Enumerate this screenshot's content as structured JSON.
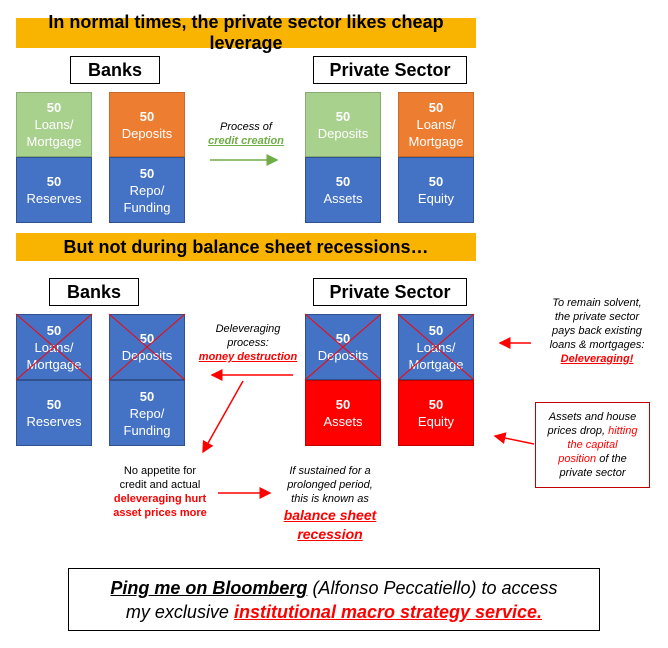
{
  "banner_top": "In normal times, the private sector likes cheap leverage",
  "banner_mid": "But not during balance sheet recessions…",
  "top": {
    "banks_header": "Banks",
    "private_header": "Private Sector",
    "bank_loans": {
      "value": "50",
      "label1": "Loans/",
      "label2": "Mortgage"
    },
    "bank_deposits": {
      "value": "50",
      "label": "Deposits"
    },
    "bank_reserves": {
      "value": "50",
      "label": "Reserves"
    },
    "bank_repo": {
      "value": "50",
      "label1": "Repo/",
      "label2": "Funding"
    },
    "ps_deposits": {
      "value": "50",
      "label": "Deposits"
    },
    "ps_loans": {
      "value": "50",
      "label1": "Loans/",
      "label2": "Mortgage"
    },
    "ps_assets": {
      "value": "50",
      "label": "Assets"
    },
    "ps_equity": {
      "value": "50",
      "label": "Equity"
    },
    "process_line1": "Process of",
    "process_line2": "credit creation"
  },
  "bottom": {
    "banks_header": "Banks",
    "private_header": "Private Sector",
    "bank_loans": {
      "value": "50",
      "label1": "Loans/",
      "label2": "Mortgage"
    },
    "bank_deposits": {
      "value": "50",
      "label": "Deposits"
    },
    "bank_reserves": {
      "value": "50",
      "label": "Reserves"
    },
    "bank_repo": {
      "value": "50",
      "label1": "Repo/",
      "label2": "Funding"
    },
    "ps_deposits": {
      "value": "50",
      "label": "Deposits"
    },
    "ps_loans": {
      "value": "50",
      "label1": "Loans/",
      "label2": "Mortgage"
    },
    "ps_assets": {
      "value": "50",
      "label": "Assets"
    },
    "ps_equity": {
      "value": "50",
      "label": "Equity"
    },
    "delev_line1": "Deleveraging",
    "delev_line2": "process:",
    "delev_line3": "money destruction",
    "solvent_line1": "To remain solvent,",
    "solvent_line2": "the private sector",
    "solvent_line3": "pays back existing",
    "solvent_line4": "loans & mortgages:",
    "solvent_line5": "Deleveraging!",
    "assets_line1": "Assets and house",
    "assets_line2a": "prices drop, ",
    "assets_line2b": "hitting",
    "assets_line3": "the capital",
    "assets_line4a": "position",
    "assets_line4b": " of the",
    "assets_line5": "private sector",
    "appetite_line1": "No appetite for",
    "appetite_line2": "credit and actual",
    "appetite_line3": "deleveraging hurt",
    "appetite_line4": "asset prices more",
    "sustained_line1": "If sustained for a",
    "sustained_line2": "prolonged period,",
    "sustained_line3": "this is known as",
    "bsr_line1": "balance sheet",
    "bsr_line2": "recession"
  },
  "footer": {
    "ping": "Ping me on Bloomberg",
    "name": " (Alfonso Peccatiello) to access",
    "line2a": "my exclusive ",
    "line2b": "institutional macro strategy service."
  },
  "colors": {
    "banner": "#f8b400",
    "green": "#a9d18e",
    "orange": "#ed7d31",
    "blue": "#4472c4",
    "red": "#ff0000"
  }
}
